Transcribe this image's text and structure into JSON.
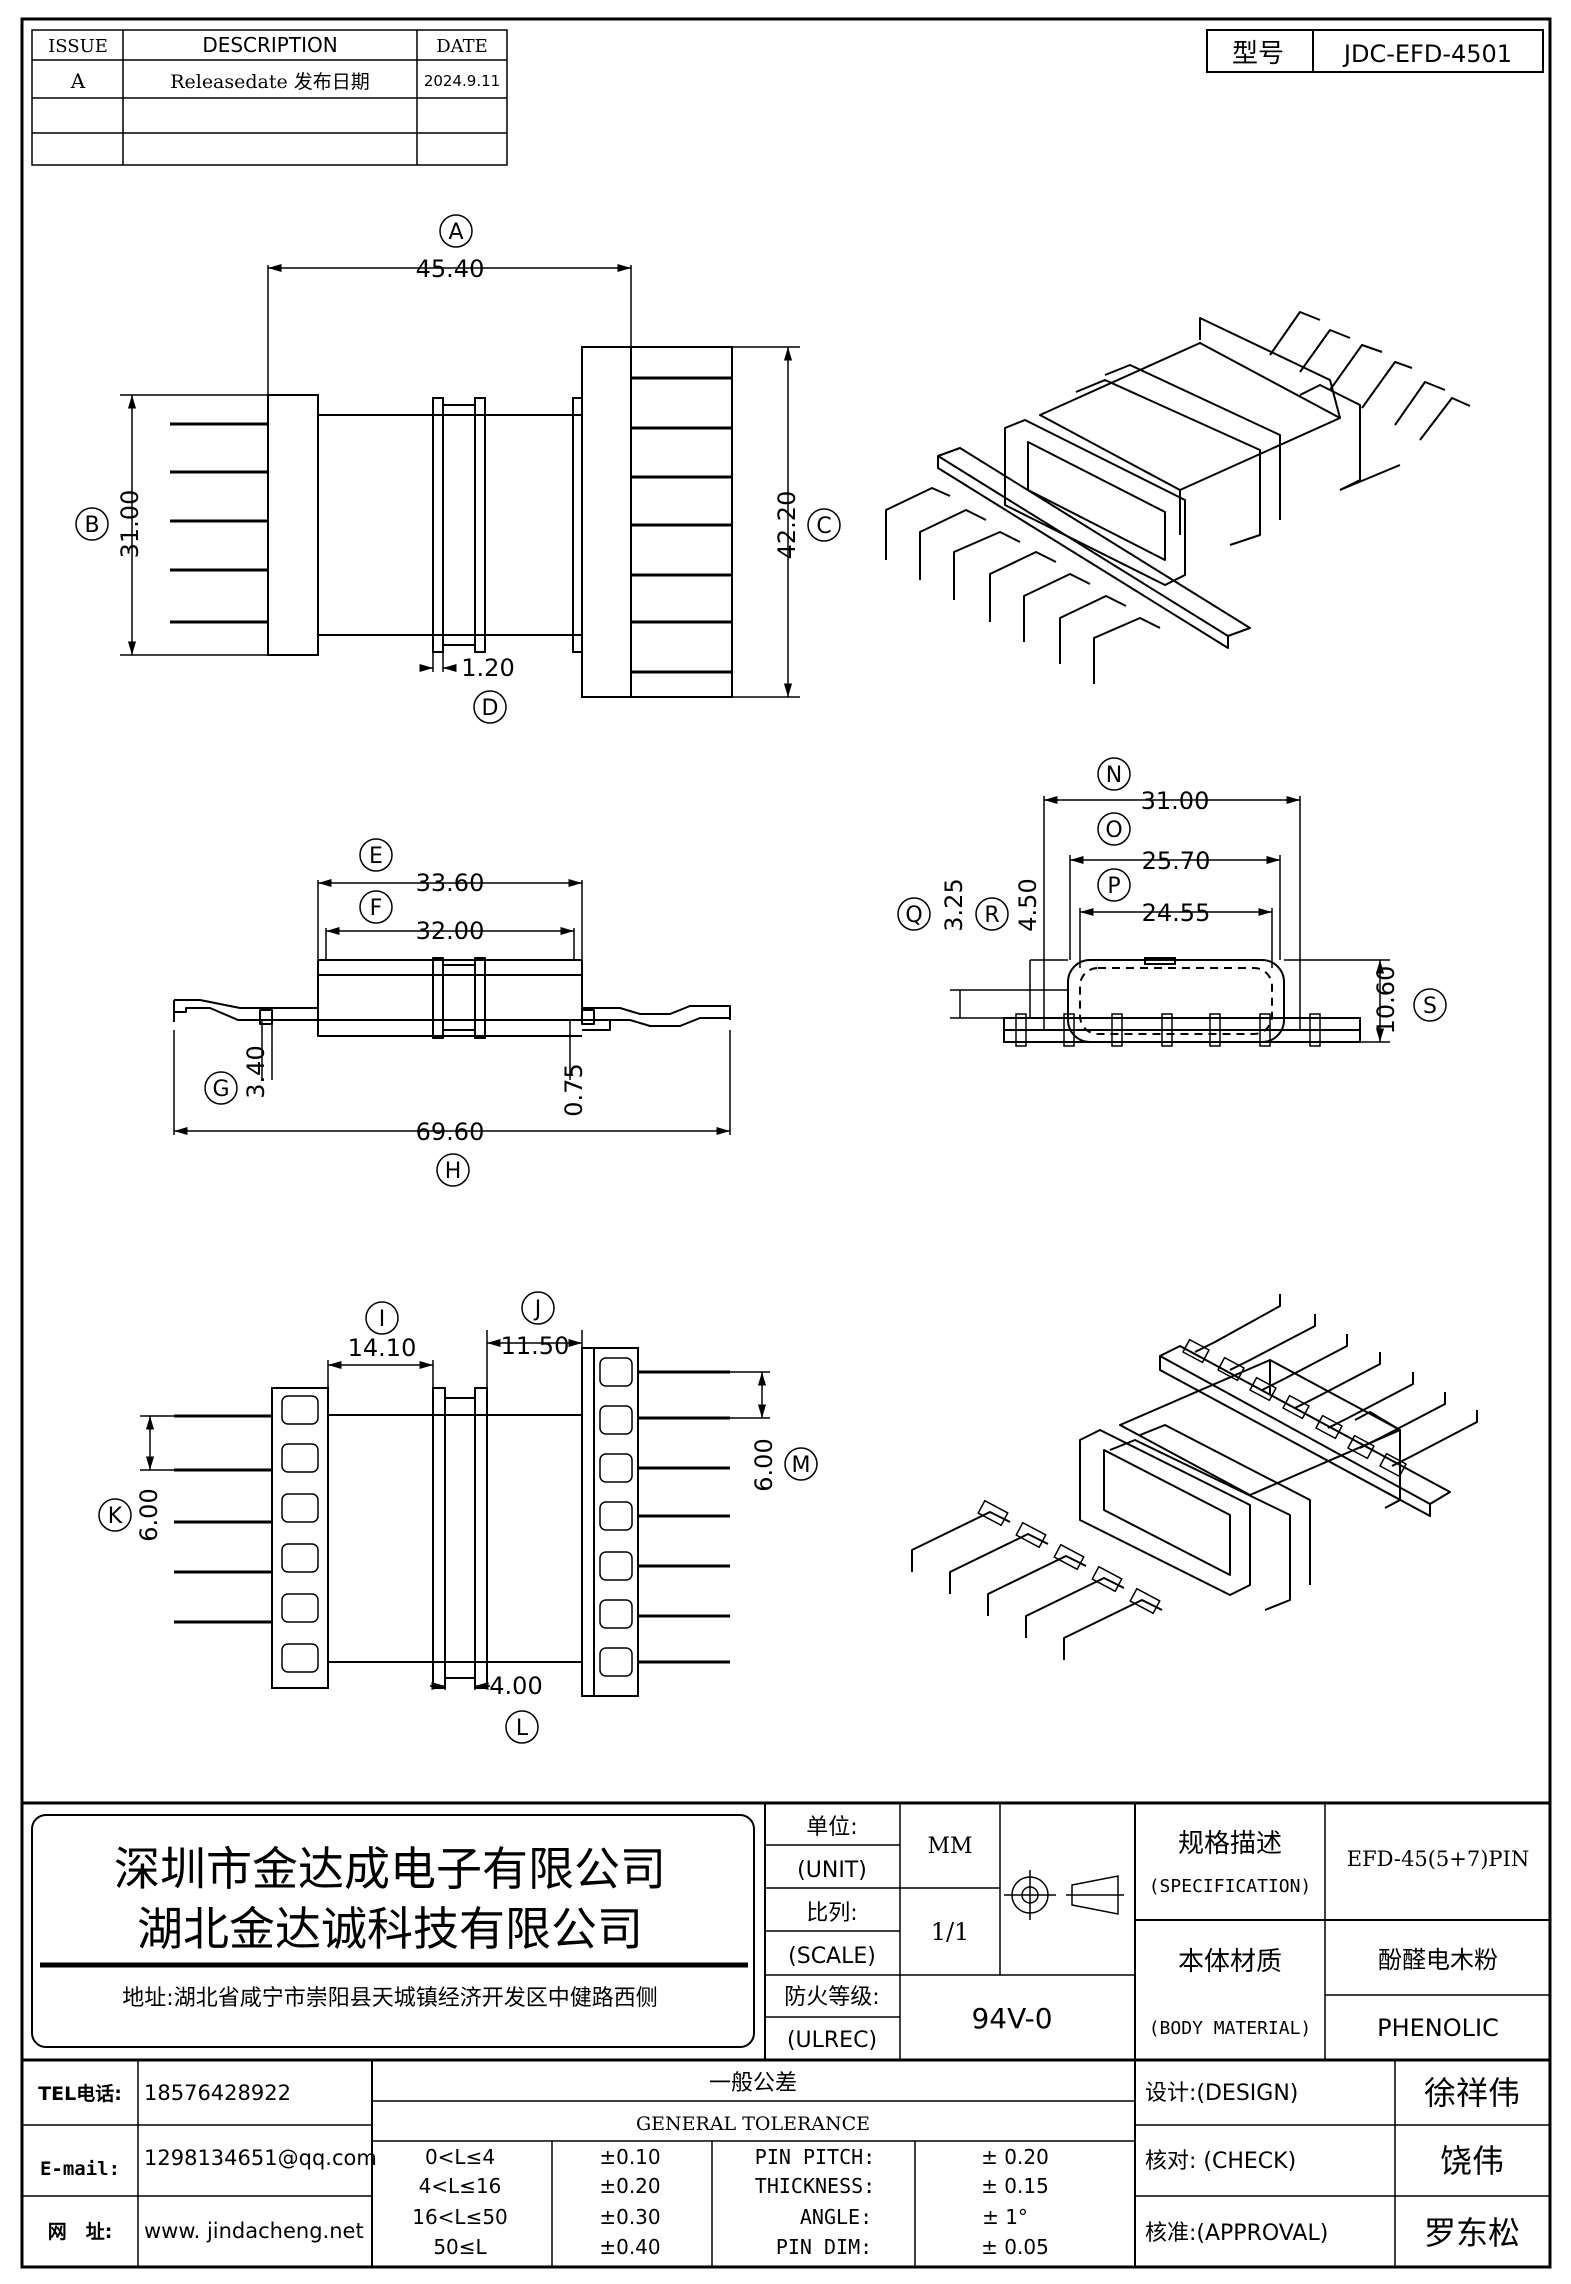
{
  "revision_table": {
    "headers": {
      "issue": "ISSUE",
      "description": "DESCRIPTION",
      "date": "DATE"
    },
    "rows": [
      {
        "issue": "A",
        "description": "Releasedate 发布日期",
        "date": "2024.9.11"
      }
    ]
  },
  "model": {
    "label": "型号",
    "value": "JDC-EFD-4501"
  },
  "dimensions": {
    "A": "45.40",
    "B": "31.00",
    "C": "42.20",
    "D": "1.20",
    "E": "33.60",
    "F": "32.00",
    "G": "3.40",
    "H": "69.60",
    "G2": "0.75",
    "N": "31.00",
    "O": "25.70",
    "P": "24.55",
    "Q": "3.25",
    "R": "4.50",
    "S": "10.60",
    "I": "14.10",
    "J": "11.50",
    "K": "6.00",
    "M": "6.00",
    "L": "4.00"
  },
  "title_block": {
    "company": {
      "line1": "深圳市金达成电子有限公司",
      "line2": "湖北金达诚科技有限公司",
      "address": "地址:湖北省咸宁市崇阳县天城镇经济开发区中健路西侧"
    },
    "unit": {
      "label_cn": "单位:",
      "label_en": "(UNIT)",
      "value": "MM"
    },
    "scale": {
      "label_cn": "比列:",
      "label_en": "(SCALE)",
      "value": "1/1"
    },
    "ul": {
      "label_cn": "防火等级:",
      "label_en": "(ULREC)",
      "value": "94V-0"
    },
    "spec": {
      "label_cn": "规格描述",
      "label_en": "(SPECIFICATION)",
      "value": "EFD-45(5+7)PIN"
    },
    "material": {
      "label_cn": "本体材质",
      "label_en": "(BODY MATERIAL)",
      "value_cn": "酚醛电木粉",
      "value_en": "PHENOLIC"
    },
    "contact": [
      {
        "label": "TEL电话:",
        "value": "18576428922"
      },
      {
        "label": "E-mail:",
        "value": "1298134651@qq.com"
      },
      {
        "label": "网　址:",
        "value": "www. jindacheng.net"
      }
    ],
    "tolerance": {
      "title_cn": "一般公差",
      "title_en": "GENERAL TOLERANCE",
      "ranges": [
        "0<L≤4",
        "4<L≤16",
        "16<L≤50",
        "50≤L"
      ],
      "values": [
        "±0.10",
        "±0.20",
        "±0.30",
        "±0.40"
      ],
      "specials": [
        {
          "label": "PIN PITCH:",
          "value": "±  0.20"
        },
        {
          "label": "THICKNESS:",
          "value": "±  0.15"
        },
        {
          "label": "ANGLE:",
          "value": "±  1°"
        },
        {
          "label": "PIN DIM:",
          "value": "±  0.05"
        }
      ]
    },
    "signoffs": [
      {
        "label": "设计:(DESIGN)",
        "name": "徐祥伟"
      },
      {
        "label": "核对: (CHECK)",
        "name": "饶伟"
      },
      {
        "label": "核准:(APPROVAL)",
        "name": "罗东松"
      }
    ]
  }
}
